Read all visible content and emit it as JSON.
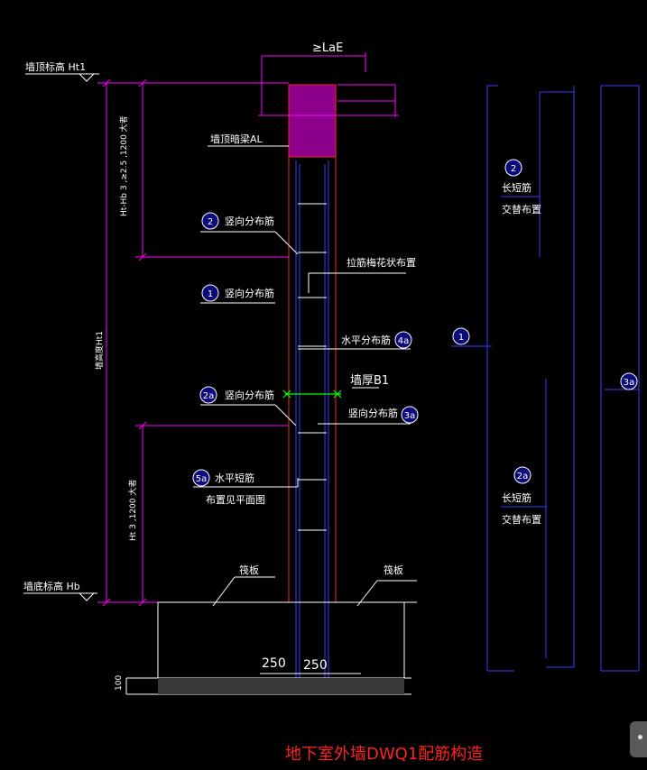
{
  "labels": {
    "lae": "≥LaE",
    "wall_top_elev": "墙顶标高  Ht1",
    "wall_top_beam": "墙顶暗梁AL",
    "vert_dist_2": "竖向分布筋",
    "tie_bar": "拉筋梅花状布置",
    "vert_dist_1": "竖向分布筋",
    "horiz_dist": "水平分布筋",
    "wall_thick": "墙厚B1",
    "vert_dist_2a": "竖向分布筋",
    "vert_dist_3a": "竖向分布筋",
    "horiz_short": "水平短筋",
    "horiz_short_note": "布置见平面图",
    "wall_bottom_elev": "墙底标高  Hb",
    "raft_left": "筏板",
    "raft_right": "筏板",
    "dim_250_left": "250",
    "dim_250_right": "250",
    "dim_100": "100",
    "left_total": "墙高度Ht1",
    "left_top_dim": "Ht-Hb\n3 ,≥2.5 ,1200 大者",
    "left_bottom_dim": "Ht\n3 ,1200 大者",
    "long_short_top_1": "长短筋",
    "long_short_top_2": "交替布置",
    "long_short_bot_1": "长短筋",
    "long_short_bot_2": "交替布置",
    "title": "地下室外墙DWQ1配筋构造"
  },
  "markers": {
    "m2": "2",
    "m1": "1",
    "m4a": "4a",
    "m2a": "2a",
    "m3a": "3a",
    "m5a": "5a",
    "r2": "2",
    "r1": "1",
    "r3a": "3a",
    "r2a": "2a"
  },
  "colors": {
    "background": "#000000",
    "magenta": "#ff00ff",
    "red": "#ff2020",
    "blue": "#3a3aff",
    "white": "#ffffff",
    "green": "#00ff00",
    "marker_fill": "#0a0a7a"
  }
}
